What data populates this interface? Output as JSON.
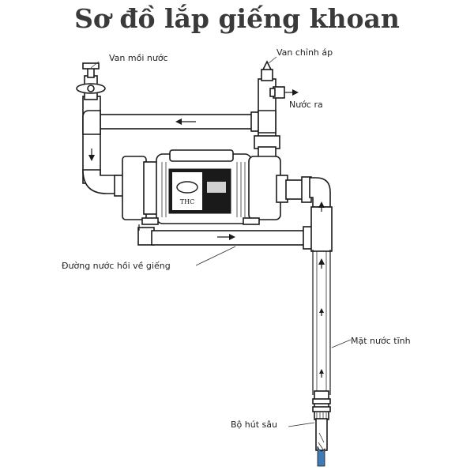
{
  "title": "Sơ đồ lắp giếng khoan",
  "labels": {
    "priming_valve": "Van mồi nước",
    "regulating_valve": "Van chỉnh áp",
    "water_out": "Nước ra",
    "return_line": "Đường nước hồi về giếng",
    "static_water_level": "Mặt nước tĩnh",
    "deep_suction": "Bộ hút sâu"
  },
  "pump": {
    "brand": "THC"
  }
}
